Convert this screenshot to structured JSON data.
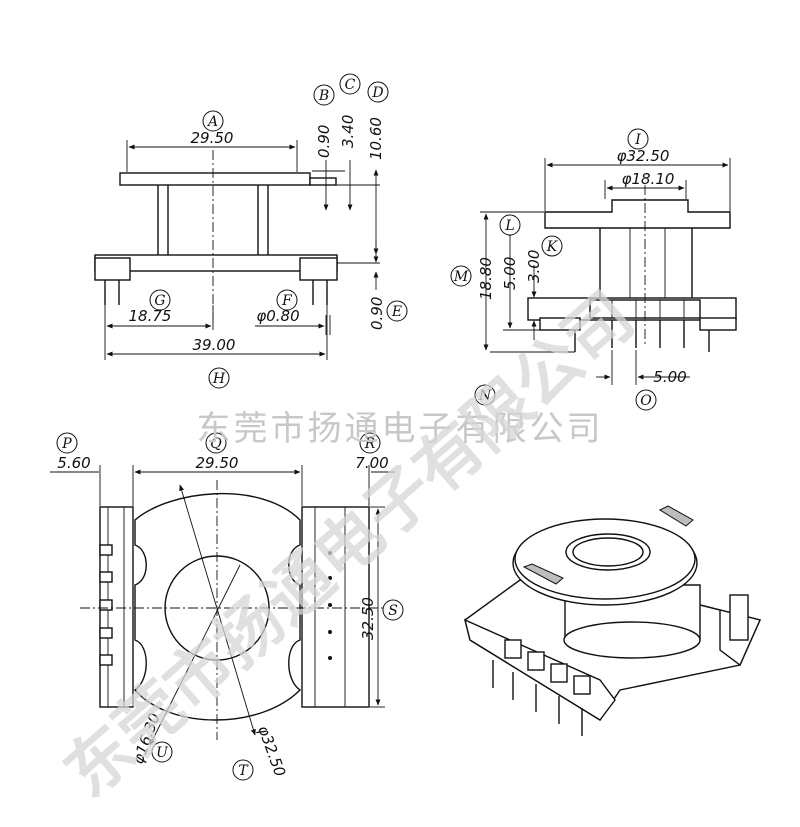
{
  "watermark": {
    "line": "东莞市扬通电子有限公司",
    "diagonal": "东莞市扬通电子有限公司"
  },
  "labels": {
    "A": "A",
    "B": "B",
    "C": "C",
    "D": "D",
    "E": "E",
    "F": "F",
    "G": "G",
    "H": "H",
    "I": "I",
    "K": "K",
    "L": "L",
    "M": "M",
    "N": "N",
    "O": "O",
    "P": "P",
    "Q": "Q",
    "R": "R",
    "S": "S",
    "T": "T",
    "U": "U"
  },
  "dimensions": {
    "A": "29.50",
    "B": "0.90",
    "C": "3.40",
    "D": "10.60",
    "E": "0.90",
    "F": "φ0.80",
    "G": "18.75",
    "H": "39.00",
    "I_outer": "φ32.50",
    "I_inner": "φ18.10",
    "K": "3.00",
    "L": "5.00",
    "M": "18.80",
    "O": "5.00",
    "P": "5.60",
    "Q": "29.50",
    "R": "7.00",
    "S": "32.50",
    "T": "φ32.50",
    "U": "φ16.30"
  },
  "colors": {
    "line": "#111111",
    "watermark": "#c8c8c8",
    "background": "#ffffff"
  }
}
